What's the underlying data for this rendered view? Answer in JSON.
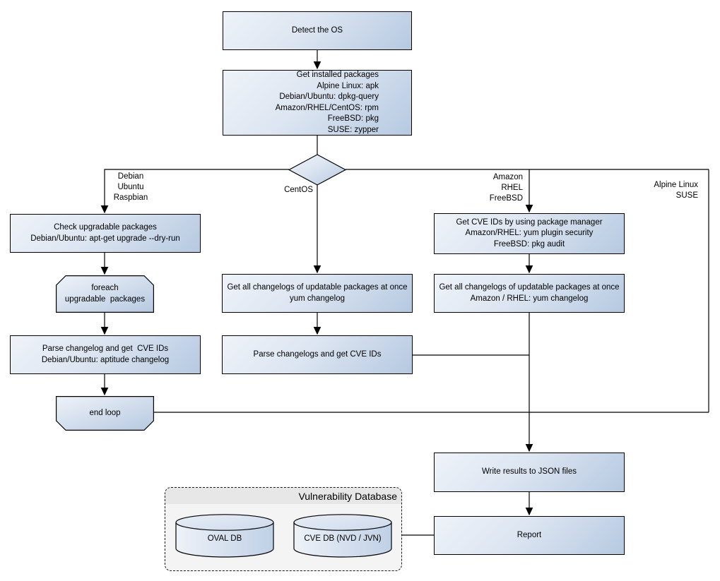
{
  "diagram_type": "flowchart",
  "nodes": {
    "detect_os": {
      "label": "Detect the OS"
    },
    "get_installed_packages": {
      "label": "Get installed packages\nAlpine Linux: apk\nDebian/Ubuntu: dpkg-query\nAmazon/RHEL/CentOS: rpm\nFreeBSD: pkg\nSUSE: zypper"
    },
    "check_upgradable": {
      "label": "Check upgradable packages\nDebian/Ubuntu: apt-get upgrade --dry-run"
    },
    "foreach_loop": {
      "label": "foreach\nupgradable  packages"
    },
    "parse_changelog_debian": {
      "label": "Parse changelog and get  CVE IDs\nDebian/Ubuntu: aptitude changelog"
    },
    "end_loop": {
      "label": "end loop"
    },
    "get_changelogs_centos": {
      "label": "Get all changelogs of updatable packages at once\nyum changelog"
    },
    "parse_changelogs_centos": {
      "label": "Parse changelogs and get CVE IDs"
    },
    "get_cve_ids_pkg_manager": {
      "label": "Get CVE IDs by using package manager\nAmazon/RHEL: yum plugin security\nFreeBSD: pkg audit"
    },
    "get_changelogs_amazon": {
      "label": "Get all changelogs of updatable packages at once\nAmazon / RHEL: yum changelog"
    },
    "write_results": {
      "label": "Write results to JSON files"
    },
    "report": {
      "label": "Report"
    }
  },
  "branch_labels": {
    "debian": "Debian\nUbuntu\nRaspbian",
    "centos": "CentOS",
    "amazon": "Amazon\nRHEL\nFreeBSD",
    "alpine": "Alpine Linux\nSUSE"
  },
  "database": {
    "title": "Vulnerability Database",
    "oval_db": "OVAL DB",
    "cve_db": "CVE DB (NVD / JVN)"
  },
  "colors": {
    "node_fill_light": "#eff3f9",
    "node_fill_dark": "#b6c9e1",
    "node_border": "#000000",
    "db_group_bg": "#f4f4f4",
    "db_header_bg": "#e7e7e7",
    "line": "#000000"
  }
}
